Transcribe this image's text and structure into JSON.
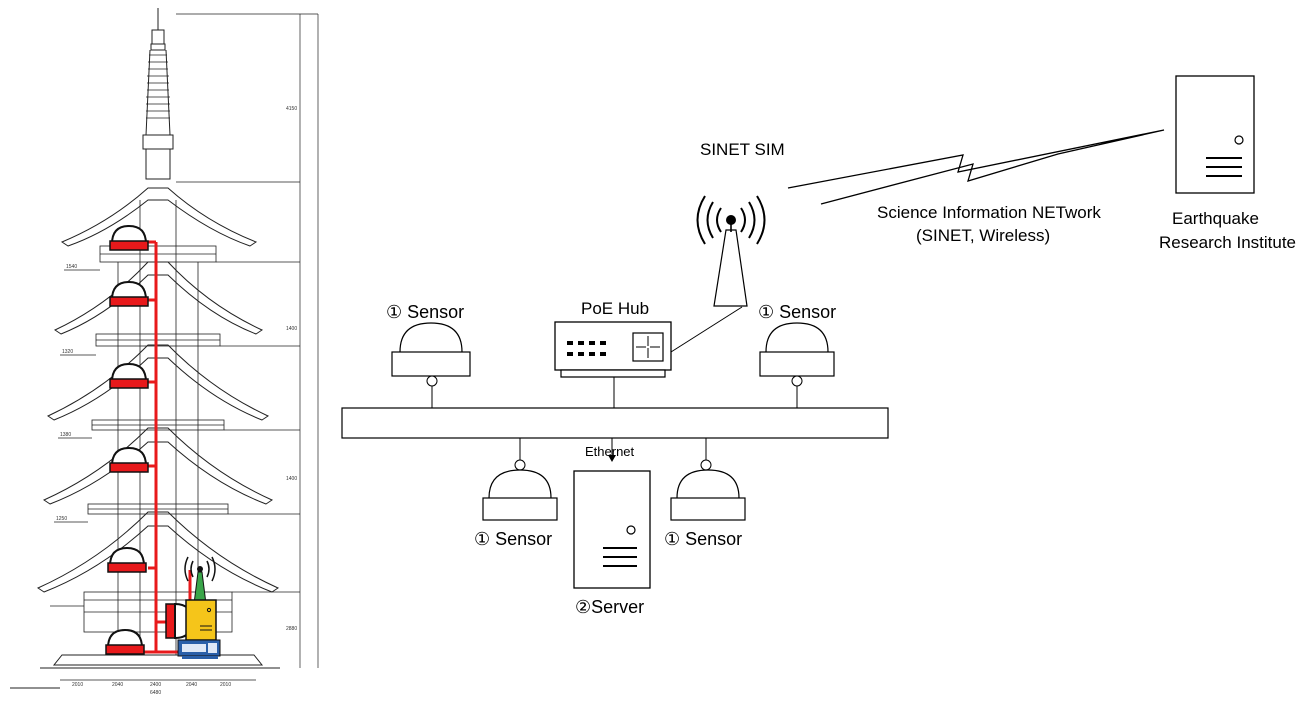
{
  "diagram": {
    "pagoda_dims": {
      "d1": "2010",
      "d2": "2040",
      "d3": "2400",
      "d4": "2040",
      "d5": "2010",
      "total": "6480",
      "h1": "1540",
      "h2": "1320",
      "h3": "1380",
      "h4": "1250",
      "h5": "1400",
      "h6": "1400",
      "h7": "2880",
      "h8": "4150"
    },
    "labels": {
      "sinet_sim": "SINET SIM",
      "sinet_line1": "Science Information NETwork",
      "sinet_line2": "(SINET, Wireless)",
      "eri_line1": "Earthquake",
      "eri_line2": "Research Institute",
      "poe_hub": "PoE Hub",
      "ethernet": "Ethernet",
      "server": "②Server",
      "sensor_top_left": "① Sensor",
      "sensor_top_right": "① Sensor",
      "sensor_bottom_left": "① Sensor",
      "sensor_bottom_right": "① Sensor"
    },
    "colors": {
      "sensor_red": "#e8191b",
      "server_yellow": "#f5c51a",
      "antenna_green": "#3aa54a",
      "hub_blue": "#2a5fa8",
      "line": "#000000"
    },
    "icons": [
      "antenna-icon",
      "server-icon",
      "hub-icon",
      "sensor-icon",
      "pagoda-drawing"
    ]
  }
}
